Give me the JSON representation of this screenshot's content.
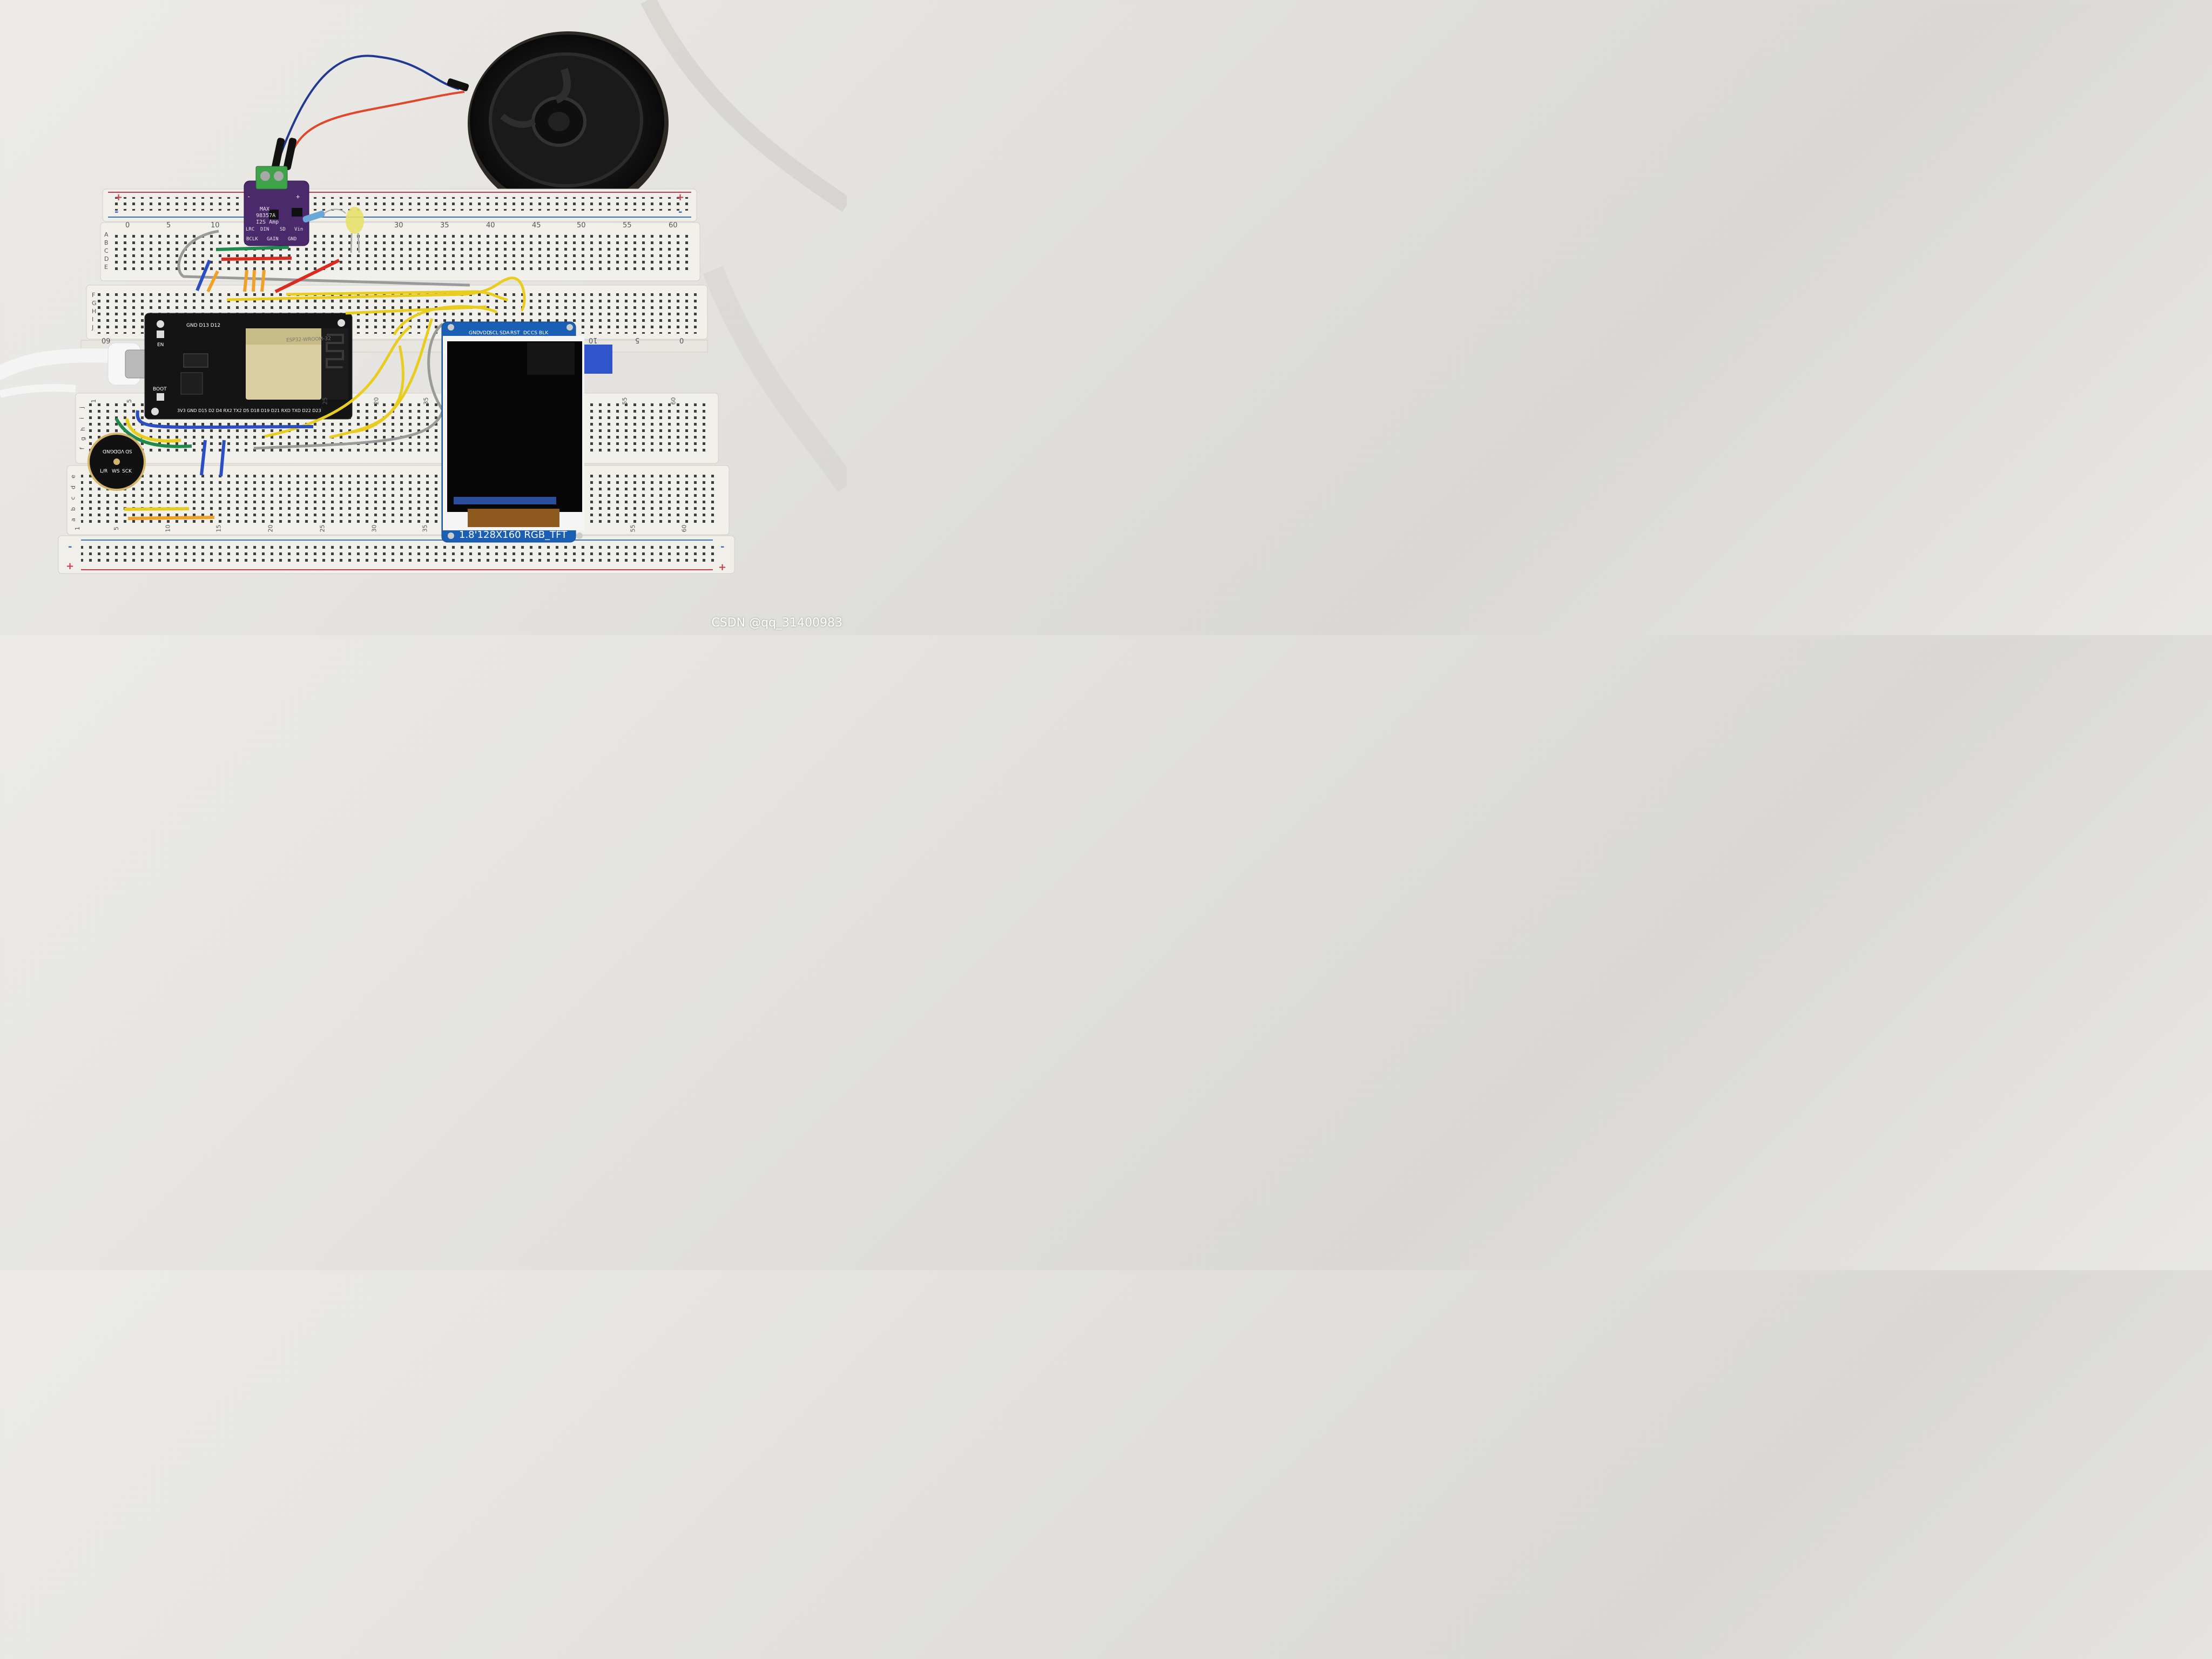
{
  "amp_module": {
    "line1": "MAX",
    "line2": "98357A",
    "line3": "I2S Amp",
    "pins_top": [
      "LRC",
      "DIN",
      "SD",
      "Vin"
    ],
    "pins_bottom": [
      "BCLK",
      "GAIN",
      "GND"
    ],
    "plus": "+",
    "minus": "-",
    "color": "#4b2a6b"
  },
  "tft_module": {
    "pins": [
      "GND",
      "VDD",
      "SCL",
      "SDA",
      "RST",
      "DC",
      "CS",
      "BLK"
    ],
    "caption": "1.8'128X160 RGB_TFT",
    "pcb_color": "#1a5fb4"
  },
  "esp32_board": {
    "top_pins": "GND D13 D12",
    "bottom_pins": "3V3 GND D15 D2 D4 RX2 TX2 D5 D18 D19 D21 RXD TXD D22 D23",
    "en_label": "EN",
    "boot_label": "BOOT",
    "module_text": "ESP32-WROOM-32"
  },
  "mic_module": {
    "pins_top": [
      "GND",
      "VDD",
      "SD"
    ],
    "pins_bottom": [
      "L/R",
      "WS",
      "SCK"
    ]
  },
  "breadboard_top": {
    "rows_left": [
      "A",
      "B",
      "C",
      "D",
      "E"
    ],
    "rows_left2": [
      "F",
      "G",
      "H",
      "I",
      "J"
    ],
    "numbers": [
      "0",
      "5",
      "10",
      "30",
      "35",
      "40",
      "45",
      "50",
      "55",
      "60"
    ],
    "plus": "+",
    "minus": "-"
  },
  "breadboard_bottom": {
    "rows": [
      "j",
      "i",
      "h",
      "g",
      "f",
      "e",
      "d",
      "c",
      "b",
      "a"
    ],
    "numbers_top": [
      "1",
      "5",
      "20",
      "25",
      "35",
      "55",
      "60"
    ],
    "numbers_bottom": [
      "1",
      "5",
      "10",
      "15",
      "20",
      "25",
      "30",
      "35",
      "55",
      "60"
    ],
    "mid_numbers": [
      "60",
      "10",
      "5",
      "0"
    ],
    "plus": "+",
    "minus": "-"
  },
  "watermark": "CSDN @qq_31400983"
}
